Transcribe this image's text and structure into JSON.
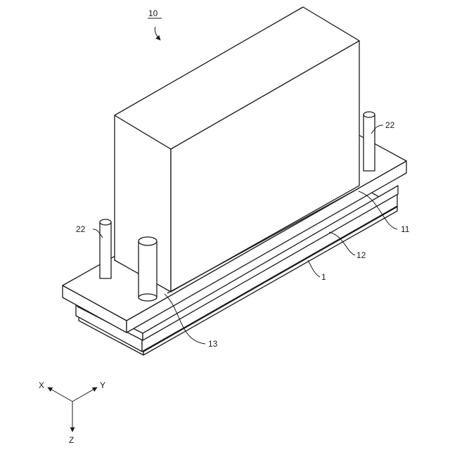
{
  "labels": {
    "assembly": "10",
    "base": "1",
    "layer_11": "11",
    "layer_12": "12",
    "pin_13": "13",
    "pin_22_left": "22",
    "pin_22_right": "22"
  },
  "axes": {
    "x": "X",
    "y": "Y",
    "z": "Z"
  },
  "colors": {
    "line": "#1a1a1a",
    "fill": "#ffffff"
  }
}
